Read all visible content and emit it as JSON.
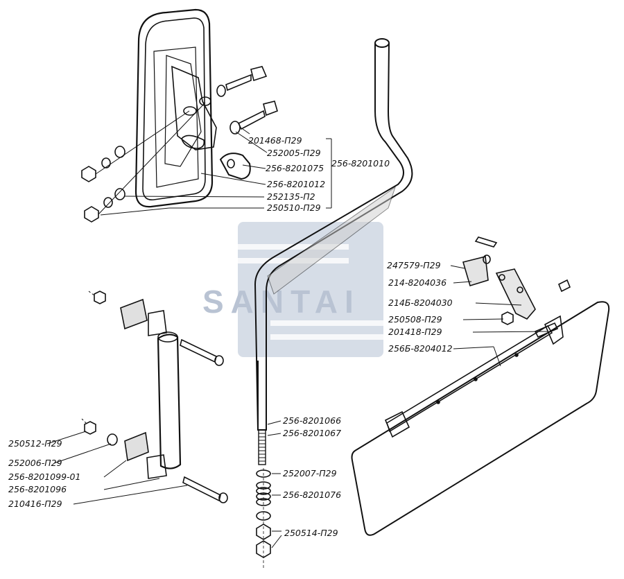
{
  "watermark": {
    "text": "SANTAI",
    "color": "#b9c3d3"
  },
  "labels": {
    "mirror_lever_link": "256-8201010",
    "bolt_201468": "201468-П29",
    "washer_252005": "252005-П29",
    "clamp_8201075": "256-8201075",
    "bracket_8201012": "256-8201012",
    "washer_252135": "252135-П2",
    "nut_250510": "250510-П29",
    "screw_247579": "247579-П29",
    "hinge_8204036": "214-8204036",
    "hinge_8204030": "214Б-8204030",
    "nut_250508": "250508-П29",
    "bolt_201418": "201418-П29",
    "visor_8204012": "256Б-8204012",
    "rod_8201066": "256-8201066",
    "rod_8201067": "256-8201067",
    "washer_252007": "252007-П29",
    "spring_8201076": "256-8201076",
    "nut_250514": "250514-П29",
    "nut_250512": "250512-П29",
    "washer_252006": "252006-П29",
    "bracket_8201099": "256-8201099-01",
    "bracket_8201096": "256-8201096",
    "bolt_210416": "210416-П29"
  }
}
